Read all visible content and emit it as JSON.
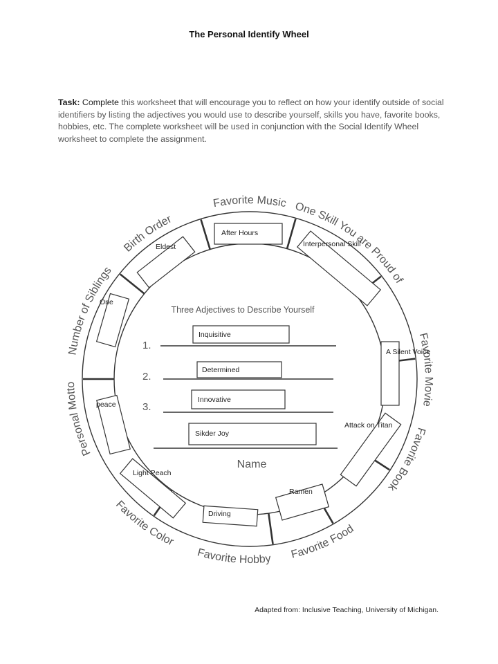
{
  "title": "The Personal Identify Wheel",
  "task": {
    "label": "Task:",
    "lead_word": "Complete",
    "body": " this worksheet that will encourage you to reflect on how your identify outside of social identifiers by listing the adjectives you would use to describe yourself, skills you have, favorite books, hobbies, etc.  The complete worksheet will be used in conjunction with the Social Identify Wheel worksheet to complete the assignment."
  },
  "center": {
    "heading": "Three Adjectives to Describe Yourself",
    "numbers": [
      "1.",
      "2.",
      "3."
    ],
    "adjectives": [
      "Inquisitive",
      "Determined",
      "Innovative"
    ],
    "name_value": "Sikder Joy",
    "name_label": "Name"
  },
  "segments": [
    {
      "label": "Favorite Music",
      "answer": "After Hours"
    },
    {
      "label": "One Skill You are Proud of",
      "answer": "Interpersonal Skill"
    },
    {
      "label": "Favorite Movie",
      "answer": "A Silent Voice"
    },
    {
      "label": "Favorite Book",
      "answer": "Attack on Titan"
    },
    {
      "label": "Favorite Food",
      "answer": "Ramen"
    },
    {
      "label": "Favorite Hobby",
      "answer": "Driving"
    },
    {
      "label": "Favorite Color",
      "answer": "Light Peach"
    },
    {
      "label": "Personal Motto",
      "answer": "peace"
    },
    {
      "label": "Number  of  Siblings",
      "answer": "One"
    },
    {
      "label": "Birth Order",
      "answer": "Eldest"
    }
  ],
  "footer": "Adapted from: Inclusive Teaching, University of Michigan."
}
